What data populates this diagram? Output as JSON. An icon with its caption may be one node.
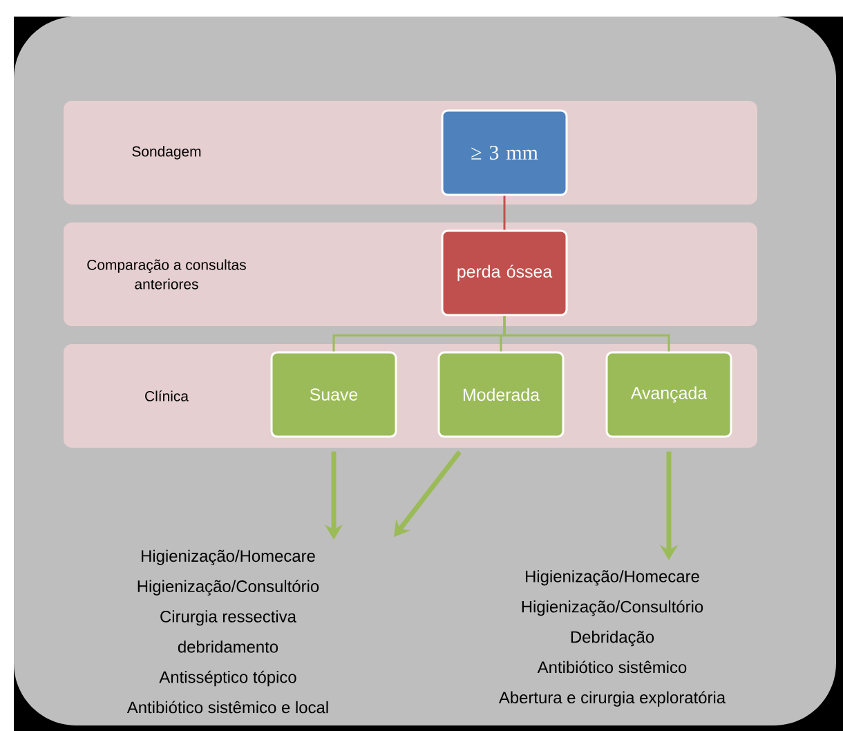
{
  "diagram": {
    "nodes": [
      {
        "text": [
          "Sondagem"
        ]
      },
      {
        "text": [
          "≥ 3 mm"
        ],
        "in": 0
      },
      {
        "text": [
          "Comparação a consultas anteriores"
        ]
      },
      {
        "text": [
          "perda óssea"
        ],
        "in": 2
      },
      {
        "text": [
          "Clínica"
        ]
      },
      {
        "text": [
          "Suave"
        ],
        "in": 4
      },
      {
        "text": [
          "Moderada"
        ],
        "in": 4
      },
      {
        "text": [
          "Avançada"
        ],
        "in": 4
      },
      {
        "text": [
          "Higienização/Homecare",
          "Higienização/Consultório",
          "Cirurgia ressectiva",
          "debridamento",
          "Antisséptico tópico",
          "Antibiótico sistêmico e local"
        ]
      },
      {
        "text": [
          "Higienização/Homecare",
          "Higienização/Consultório",
          "Debridação",
          "Antibiótico sistêmico",
          "Abertura e cirurgia exploratória"
        ]
      }
    ],
    "edges": [
      {
        "from": 1,
        "to": 3,
        "arrow": "none",
        "color": "#c0504d"
      },
      {
        "from": 3,
        "to": 5,
        "arrow": "none"
      },
      {
        "from": 3,
        "to": 6,
        "arrow": "none"
      },
      {
        "from": 3,
        "to": 7,
        "arrow": "none"
      },
      {
        "from": 5,
        "to": 8,
        "arrow": "to",
        "style": "thick"
      },
      {
        "from": 6,
        "to": 8,
        "arrow": "to",
        "style": "thick"
      },
      {
        "from": 7,
        "to": 9,
        "arrow": "to",
        "style": "thick"
      }
    ]
  }
}
